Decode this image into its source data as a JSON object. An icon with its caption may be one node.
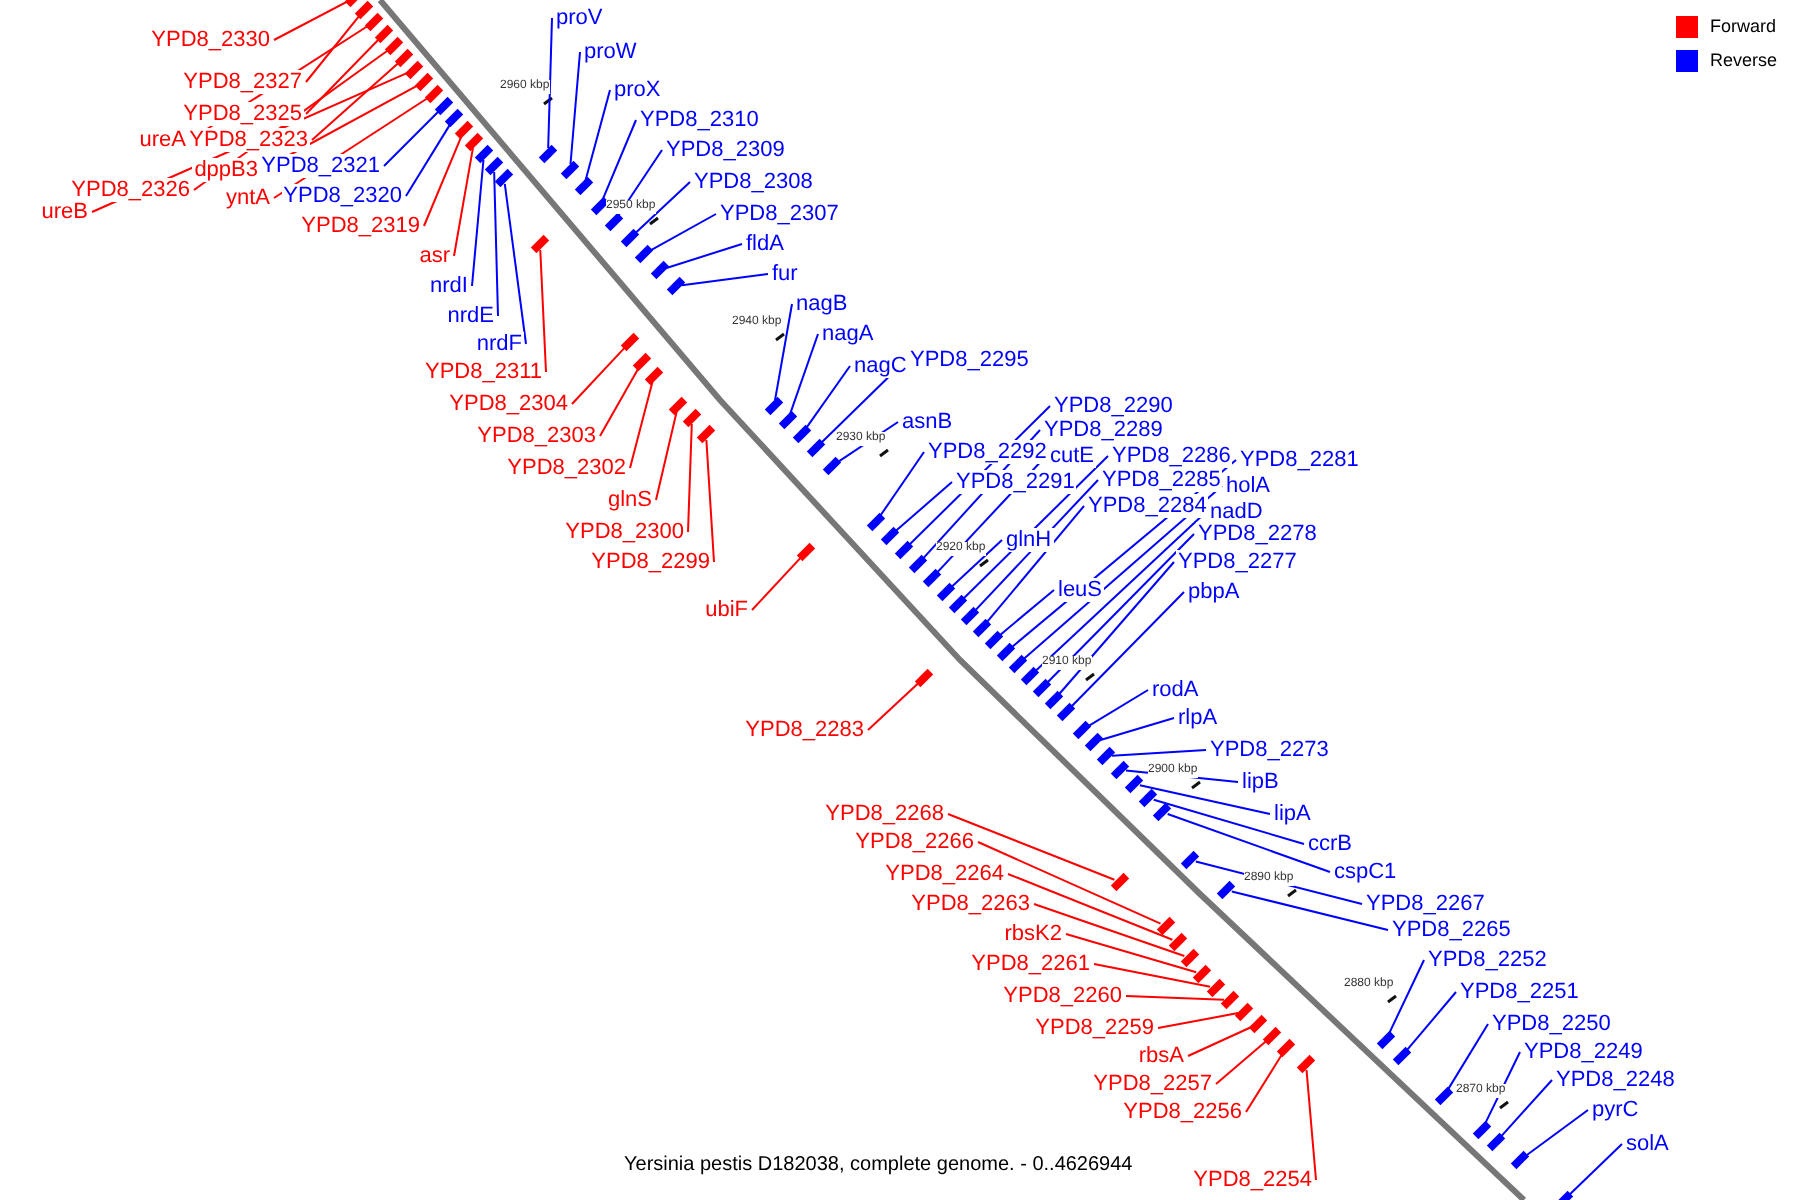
{
  "diagram": {
    "caption": "Yersinia pestis D182038, complete genome. - 0..4626944",
    "nodes": [
      {
        "text": [
          "YPD8_2330"
        ]
      },
      {
        "text": [
          "YPD8_2327"
        ]
      },
      {
        "text": [
          "YPD8_2325"
        ]
      },
      {
        "text": [
          "ureA"
        ]
      },
      {
        "text": [
          "YPD8_2323"
        ]
      },
      {
        "text": [
          "dppB3"
        ]
      },
      {
        "text": [
          "YPD8_2326"
        ]
      },
      {
        "text": [
          "yntA"
        ]
      },
      {
        "text": [
          "ureB"
        ]
      },
      {
        "text": [
          "YPD8_2319"
        ]
      },
      {
        "text": [
          "asr"
        ]
      },
      {
        "text": [
          "nrdI"
        ]
      },
      {
        "text": [
          "nrdE"
        ]
      },
      {
        "text": [
          "nrdF"
        ]
      },
      {
        "text": [
          "YPD8_2321"
        ]
      },
      {
        "text": [
          "YPD8_2320"
        ]
      },
      {
        "text": [
          "YPD8_2311"
        ]
      },
      {
        "text": [
          "YPD8_2304"
        ]
      },
      {
        "text": [
          "YPD8_2303"
        ]
      },
      {
        "text": [
          "YPD8_2302"
        ]
      },
      {
        "text": [
          "glnS"
        ]
      },
      {
        "text": [
          "YPD8_2300"
        ]
      },
      {
        "text": [
          "YPD8_2299"
        ]
      },
      {
        "text": [
          "ubiF"
        ]
      },
      {
        "text": [
          "YPD8_2283"
        ]
      },
      {
        "text": [
          "YPD8_2268"
        ]
      },
      {
        "text": [
          "YPD8_2266"
        ]
      },
      {
        "text": [
          "YPD8_2264"
        ]
      },
      {
        "text": [
          "YPD8_2263"
        ]
      },
      {
        "text": [
          "rbsK2"
        ]
      },
      {
        "text": [
          "YPD8_2261"
        ]
      },
      {
        "text": [
          "YPD8_2260"
        ]
      },
      {
        "text": [
          "YPD8_2259"
        ]
      },
      {
        "text": [
          "rbsA"
        ]
      },
      {
        "text": [
          "YPD8_2257"
        ]
      },
      {
        "text": [
          "YPD8_2256"
        ]
      },
      {
        "text": [
          "YPD8_2254"
        ]
      },
      {
        "text": [
          "proV"
        ]
      },
      {
        "text": [
          "proW"
        ]
      },
      {
        "text": [
          "proX"
        ]
      },
      {
        "text": [
          "YPD8_2310"
        ]
      },
      {
        "text": [
          "YPD8_2309"
        ]
      },
      {
        "text": [
          "YPD8_2308"
        ]
      },
      {
        "text": [
          "YPD8_2307"
        ]
      },
      {
        "text": [
          "fldA"
        ]
      },
      {
        "text": [
          "fur"
        ]
      },
      {
        "text": [
          "nagB"
        ]
      },
      {
        "text": [
          "nagA"
        ]
      },
      {
        "text": [
          "nagC"
        ]
      },
      {
        "text": [
          "YPD8_2295"
        ]
      },
      {
        "text": [
          "asnB"
        ]
      },
      {
        "text": [
          "YPD8_2292"
        ]
      },
      {
        "text": [
          "YPD8_2291"
        ]
      },
      {
        "text": [
          "YPD8_2290"
        ]
      },
      {
        "text": [
          "YPD8_2289"
        ]
      },
      {
        "text": [
          "cutE"
        ]
      },
      {
        "text": [
          "glnH"
        ]
      },
      {
        "text": [
          "YPD8_2286"
        ]
      },
      {
        "text": [
          "YPD8_2285"
        ]
      },
      {
        "text": [
          "YPD8_2284"
        ]
      },
      {
        "text": [
          "leuS"
        ]
      },
      {
        "text": [
          "YPD8_2281"
        ]
      },
      {
        "text": [
          "holA"
        ]
      },
      {
        "text": [
          "nadD"
        ]
      },
      {
        "text": [
          "YPD8_2278"
        ]
      },
      {
        "text": [
          "YPD8_2277"
        ]
      },
      {
        "text": [
          "pbpA"
        ]
      },
      {
        "text": [
          "rodA"
        ]
      },
      {
        "text": [
          "rlpA"
        ]
      },
      {
        "text": [
          "YPD8_2273"
        ]
      },
      {
        "text": [
          "lipB"
        ]
      },
      {
        "text": [
          "lipA"
        ]
      },
      {
        "text": [
          "ccrB"
        ]
      },
      {
        "text": [
          "cspC1"
        ]
      },
      {
        "text": [
          "YPD8_2267"
        ]
      },
      {
        "text": [
          "YPD8_2265"
        ]
      },
      {
        "text": [
          "YPD8_2252"
        ]
      },
      {
        "text": [
          "YPD8_2251"
        ]
      },
      {
        "text": [
          "YPD8_2250"
        ]
      },
      {
        "text": [
          "YPD8_2249"
        ]
      },
      {
        "text": [
          "YPD8_2248"
        ]
      },
      {
        "text": [
          "pyrC"
        ]
      },
      {
        "text": [
          "solA"
        ]
      },
      {
        "text": [],
        "shape": "bar"
      },
      {
        "text": [],
        "shape": "bar"
      },
      {
        "text": [],
        "shape": "bar"
      },
      {
        "text": [],
        "shape": "bar"
      },
      {
        "text": [],
        "shape": "bar"
      },
      {
        "text": [],
        "shape": "bar"
      },
      {
        "text": [],
        "shape": "bar"
      },
      {
        "text": [],
        "shape": "bar"
      },
      {
        "text": [],
        "shape": "bar"
      },
      {
        "text": [],
        "shape": "bar"
      },
      {
        "text": [],
        "shape": "bar"
      },
      {
        "text": [],
        "shape": "bar"
      },
      {
        "text": [],
        "shape": "bar"
      },
      {
        "text": [],
        "shape": "bar"
      },
      {
        "text": [],
        "shape": "bar"
      },
      {
        "text": [],
        "shape": "bar"
      },
      {
        "text": [],
        "shape": "bar"
      },
      {
        "text": [],
        "shape": "bar"
      },
      {
        "text": [],
        "shape": "bar"
      },
      {
        "text": [],
        "shape": "bar"
      },
      {
        "text": [],
        "shape": "bar"
      },
      {
        "text": [],
        "shape": "bar"
      },
      {
        "text": [],
        "shape": "bar"
      },
      {
        "text": [],
        "shape": "bar"
      },
      {
        "text": [],
        "shape": "bar"
      },
      {
        "text": [],
        "shape": "bar"
      },
      {
        "text": [],
        "shape": "bar"
      },
      {
        "text": [],
        "shape": "bar"
      },
      {
        "text": [],
        "shape": "bar"
      },
      {
        "text": [],
        "shape": "bar"
      },
      {
        "text": [],
        "shape": "bar"
      },
      {
        "text": [],
        "shape": "bar"
      },
      {
        "text": [],
        "shape": "bar"
      },
      {
        "text": [],
        "shape": "bar"
      },
      {
        "text": [],
        "shape": "bar"
      },
      {
        "text": [],
        "shape": "bar"
      },
      {
        "text": [],
        "shape": "bar"
      },
      {
        "text": [],
        "shape": "bar"
      },
      {
        "text": [],
        "shape": "bar"
      },
      {
        "text": [],
        "shape": "bar"
      },
      {
        "text": [],
        "shape": "bar"
      },
      {
        "text": [],
        "shape": "bar"
      },
      {
        "text": [],
        "shape": "bar"
      },
      {
        "text": [],
        "shape": "bar"
      },
      {
        "text": [],
        "shape": "bar"
      },
      {
        "text": [],
        "shape": "bar"
      },
      {
        "text": [],
        "shape": "bar"
      },
      {
        "text": [],
        "shape": "bar"
      },
      {
        "text": [],
        "shape": "bar"
      },
      {
        "text": [],
        "shape": "bar"
      },
      {
        "text": [],
        "shape": "bar"
      },
      {
        "text": [],
        "shape": "bar"
      },
      {
        "text": [],
        "shape": "bar"
      },
      {
        "text": [],
        "shape": "bar"
      },
      {
        "text": [],
        "shape": "bar"
      },
      {
        "text": [],
        "shape": "bar"
      },
      {
        "text": [],
        "shape": "bar"
      },
      {
        "text": [],
        "shape": "bar"
      },
      {
        "text": [],
        "shape": "bar"
      },
      {
        "text": [],
        "shape": "bar"
      },
      {
        "text": [],
        "shape": "bar"
      },
      {
        "text": [],
        "shape": "bar"
      },
      {
        "text": [],
        "shape": "bar"
      },
      {
        "text": [],
        "shape": "bar"
      },
      {
        "text": [],
        "shape": "bar"
      },
      {
        "text": [],
        "shape": "bar"
      },
      {
        "text": [],
        "shape": "bar"
      },
      {
        "text": [],
        "shape": "bar"
      },
      {
        "text": [],
        "shape": "bar"
      },
      {
        "text": [],
        "shape": "bar"
      },
      {
        "text": [],
        "shape": "bar"
      },
      {
        "text": [],
        "shape": "bar"
      },
      {
        "text": [],
        "shape": "bar"
      },
      {
        "text": [],
        "shape": "bar"
      },
      {
        "text": [],
        "shape": "bar"
      },
      {
        "text": [],
        "shape": "bar"
      },
      {
        "text": [],
        "shape": "bar"
      },
      {
        "text": [],
        "shape": "bar"
      },
      {
        "text": [],
        "shape": "bar"
      },
      {
        "text": [],
        "shape": "bar"
      },
      {
        "text": [],
        "shape": "bar"
      },
      {
        "text": [],
        "shape": "bar"
      },
      {
        "text": [],
        "shape": "bar"
      }
    ],
    "edges": [
      {
        "from": 0,
        "to": 83,
        "arrow": "none",
        "color": "#ff0000"
      },
      {
        "from": 1,
        "to": 84,
        "arrow": "none",
        "color": "#ff0000"
      },
      {
        "from": 2,
        "to": 85,
        "arrow": "none",
        "color": "#ff0000"
      },
      {
        "from": 3,
        "to": 86,
        "arrow": "none",
        "color": "#ff0000"
      },
      {
        "from": 4,
        "to": 87,
        "arrow": "none",
        "color": "#ff0000"
      },
      {
        "from": 5,
        "to": 88,
        "arrow": "none",
        "color": "#ff0000"
      },
      {
        "from": 6,
        "to": 89,
        "arrow": "none",
        "color": "#ff0000"
      },
      {
        "from": 7,
        "to": 90,
        "arrow": "none",
        "color": "#ff0000"
      },
      {
        "from": 8,
        "to": 91,
        "arrow": "none",
        "color": "#ff0000"
      },
      {
        "from": 9,
        "to": 92,
        "arrow": "none",
        "color": "#ff0000"
      },
      {
        "from": 10,
        "to": 93,
        "arrow": "none",
        "color": "#ff0000"
      },
      {
        "from": 11,
        "to": 94,
        "arrow": "none"
      },
      {
        "from": 12,
        "to": 95,
        "arrow": "none"
      },
      {
        "from": 13,
        "to": 96,
        "arrow": "none"
      },
      {
        "from": 14,
        "to": 97,
        "arrow": "none"
      },
      {
        "from": 15,
        "to": 98,
        "arrow": "none"
      },
      {
        "from": 16,
        "to": 99,
        "arrow": "none",
        "color": "#ff0000"
      },
      {
        "from": 17,
        "to": 100,
        "arrow": "none",
        "color": "#ff0000"
      },
      {
        "from": 18,
        "to": 101,
        "arrow": "none",
        "color": "#ff0000"
      },
      {
        "from": 19,
        "to": 102,
        "arrow": "none",
        "color": "#ff0000"
      },
      {
        "from": 20,
        "to": 103,
        "arrow": "none",
        "color": "#ff0000"
      },
      {
        "from": 21,
        "to": 104,
        "arrow": "none",
        "color": "#ff0000"
      },
      {
        "from": 22,
        "to": 105,
        "arrow": "none",
        "color": "#ff0000"
      },
      {
        "from": 23,
        "to": 106,
        "arrow": "none",
        "color": "#ff0000"
      },
      {
        "from": 24,
        "to": 107,
        "arrow": "none",
        "color": "#ff0000"
      },
      {
        "from": 25,
        "to": 108,
        "arrow": "none",
        "color": "#ff0000"
      },
      {
        "from": 26,
        "to": 109,
        "arrow": "none",
        "color": "#ff0000"
      },
      {
        "from": 27,
        "to": 110,
        "arrow": "none",
        "color": "#ff0000"
      },
      {
        "from": 28,
        "to": 111,
        "arrow": "none",
        "color": "#ff0000"
      },
      {
        "from": 29,
        "to": 112,
        "arrow": "none",
        "color": "#ff0000"
      },
      {
        "from": 30,
        "to": 113,
        "arrow": "none",
        "color": "#ff0000"
      },
      {
        "from": 31,
        "to": 114,
        "arrow": "none",
        "color": "#ff0000"
      },
      {
        "from": 32,
        "to": 115,
        "arrow": "none",
        "color": "#ff0000"
      },
      {
        "from": 33,
        "to": 116,
        "arrow": "none",
        "color": "#ff0000"
      },
      {
        "from": 34,
        "to": 117,
        "arrow": "none",
        "color": "#ff0000"
      },
      {
        "from": 35,
        "to": 118,
        "arrow": "none",
        "color": "#ff0000"
      },
      {
        "from": 36,
        "to": 119,
        "arrow": "none",
        "color": "#ff0000"
      },
      {
        "from": 37,
        "to": 120,
        "arrow": "none"
      },
      {
        "from": 38,
        "to": 121,
        "arrow": "none"
      },
      {
        "from": 39,
        "to": 122,
        "arrow": "none"
      },
      {
        "from": 40,
        "to": 123,
        "arrow": "none"
      },
      {
        "from": 41,
        "to": 124,
        "arrow": "none"
      },
      {
        "from": 42,
        "to": 125,
        "arrow": "none"
      },
      {
        "from": 43,
        "to": 126,
        "arrow": "none"
      },
      {
        "from": 44,
        "to": 127,
        "arrow": "none"
      },
      {
        "from": 45,
        "to": 128,
        "arrow": "none"
      },
      {
        "from": 46,
        "to": 129,
        "arrow": "none"
      },
      {
        "from": 47,
        "to": 130,
        "arrow": "none"
      },
      {
        "from": 48,
        "to": 131,
        "arrow": "none"
      },
      {
        "from": 49,
        "to": 132,
        "arrow": "none"
      },
      {
        "from": 50,
        "to": 133,
        "arrow": "none"
      },
      {
        "from": 51,
        "to": 134,
        "arrow": "none"
      },
      {
        "from": 52,
        "to": 135,
        "arrow": "none"
      },
      {
        "from": 53,
        "to": 136,
        "arrow": "none"
      },
      {
        "from": 54,
        "to": 137,
        "arrow": "none"
      },
      {
        "from": 55,
        "to": 138,
        "arrow": "none"
      },
      {
        "from": 56,
        "to": 139,
        "arrow": "none"
      },
      {
        "from": 57,
        "to": 140,
        "arrow": "none"
      },
      {
        "from": 58,
        "to": 141,
        "arrow": "none"
      },
      {
        "from": 59,
        "to": 142,
        "arrow": "none"
      },
      {
        "from": 60,
        "to": 143,
        "arrow": "none"
      },
      {
        "from": 61,
        "to": 144,
        "arrow": "none"
      },
      {
        "from": 62,
        "to": 145,
        "arrow": "none"
      },
      {
        "from": 63,
        "to": 146,
        "arrow": "none"
      },
      {
        "from": 64,
        "to": 147,
        "arrow": "none"
      },
      {
        "from": 65,
        "to": 148,
        "arrow": "none"
      },
      {
        "from": 66,
        "to": 149,
        "arrow": "none"
      },
      {
        "from": 67,
        "to": 150,
        "arrow": "none"
      },
      {
        "from": 68,
        "to": 151,
        "arrow": "none"
      },
      {
        "from": 69,
        "to": 152,
        "arrow": "none"
      },
      {
        "from": 70,
        "to": 153,
        "arrow": "none"
      },
      {
        "from": 71,
        "to": 154,
        "arrow": "none"
      },
      {
        "from": 72,
        "to": 155,
        "arrow": "none"
      },
      {
        "from": 73,
        "to": 156,
        "arrow": "none"
      },
      {
        "from": 74,
        "to": 157,
        "arrow": "none"
      },
      {
        "from": 75,
        "to": 158,
        "arrow": "none"
      },
      {
        "from": 76,
        "to": 159,
        "arrow": "none"
      },
      {
        "from": 77,
        "to": 160,
        "arrow": "none"
      },
      {
        "from": 78,
        "to": 161,
        "arrow": "none"
      },
      {
        "from": 79,
        "to": 162,
        "arrow": "none"
      },
      {
        "from": 80,
        "to": 163,
        "arrow": "none"
      },
      {
        "from": 81,
        "to": 164,
        "arrow": "none"
      },
      {
        "from": 82,
        "to": 165,
        "arrow": "none"
      }
    ],
    "labels": [
      "2960 kbp",
      "2950 kbp",
      "2940 kbp",
      "2930 kbp",
      "2920 kbp",
      "2910 kbp",
      "2900 kbp",
      "2890 kbp",
      "2880 kbp",
      "2870 kbp"
    ],
    "legend": [
      {
        "text": "Forward",
        "color": "#ff0000"
      },
      {
        "text": "Reverse",
        "color": "#0000ff"
      }
    ]
  }
}
